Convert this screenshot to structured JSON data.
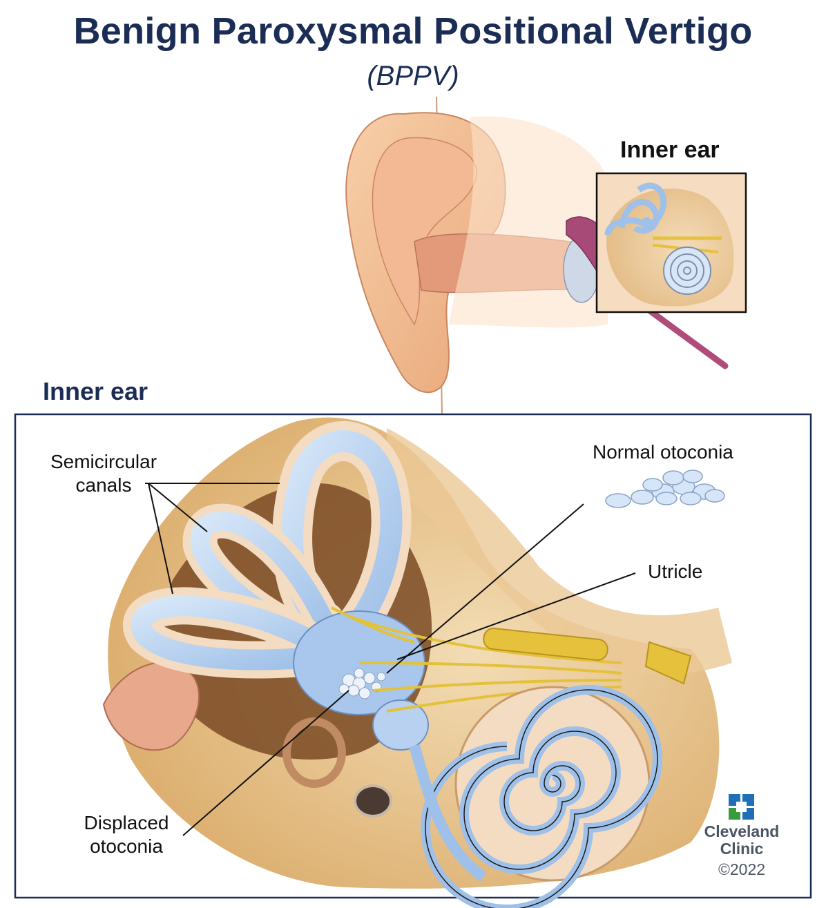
{
  "header": {
    "title": "Benign Paroxysmal Positional Vertigo",
    "subtitle": "(BPPV)"
  },
  "top_illustration": {
    "box_label": "Inner ear"
  },
  "detail_panel": {
    "heading": "Inner ear",
    "labels": {
      "semicircular_canals_line1": "Semicircular",
      "semicircular_canals_line2": "canals",
      "normal_otoconia": "Normal otoconia",
      "utricle": "Utricle",
      "displaced_otoconia_line1": "Displaced",
      "displaced_otoconia_line2": "otoconia"
    }
  },
  "branding": {
    "logo_line1": "Cleveland",
    "logo_line2": "Clinic",
    "copyright": "©2022",
    "colors": {
      "blue": "#1e6fb8",
      "green": "#3a9a3e",
      "navy": "#1b2d54"
    }
  }
}
